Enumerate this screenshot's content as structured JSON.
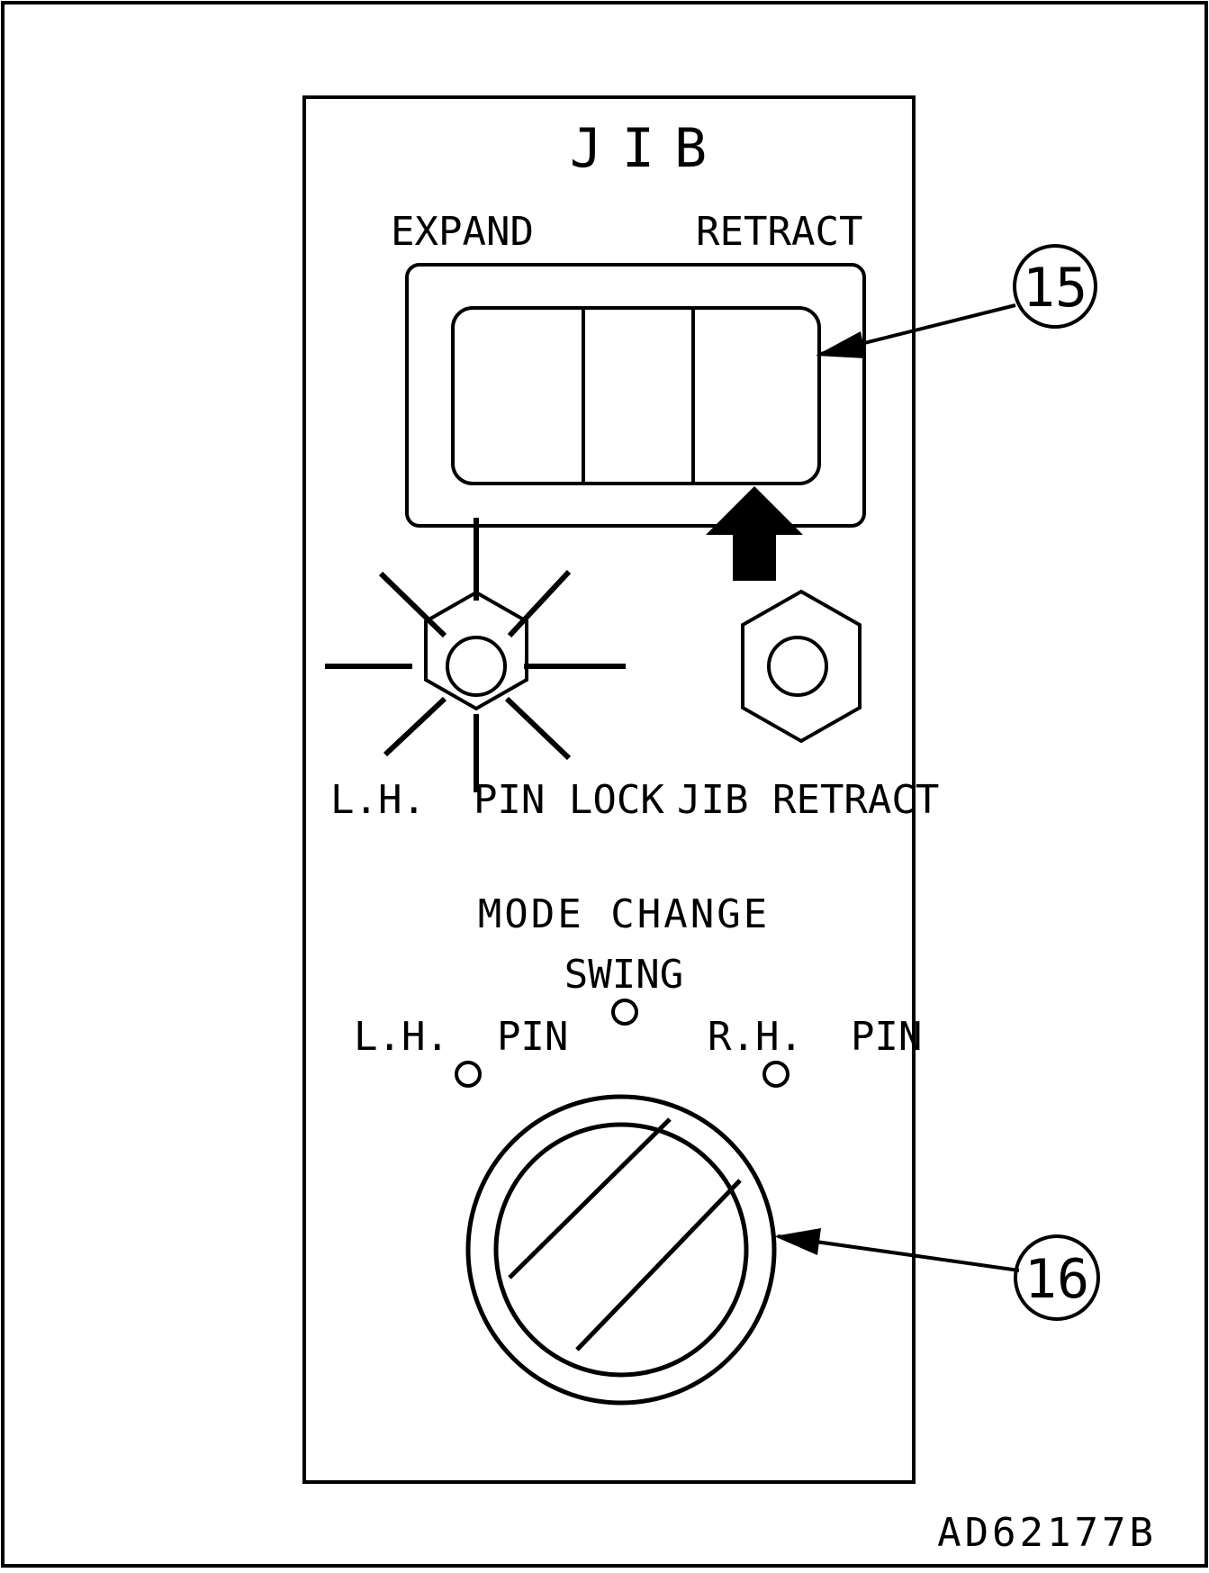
{
  "panel": {
    "title": "JIB",
    "switch": {
      "left_label": "EXPAND",
      "right_label": "RETRACT",
      "callout": "15"
    },
    "lamps": {
      "left_label": "L.H.  PIN LOCK",
      "right_label": "JIB RETRACT"
    },
    "mode_change": {
      "title": "MODE CHANGE",
      "swing_label": "SWING",
      "left_label": "L.H.  PIN",
      "right_label": "R.H.  PIN",
      "callout": "16"
    }
  },
  "figure_code": "AD62177B"
}
